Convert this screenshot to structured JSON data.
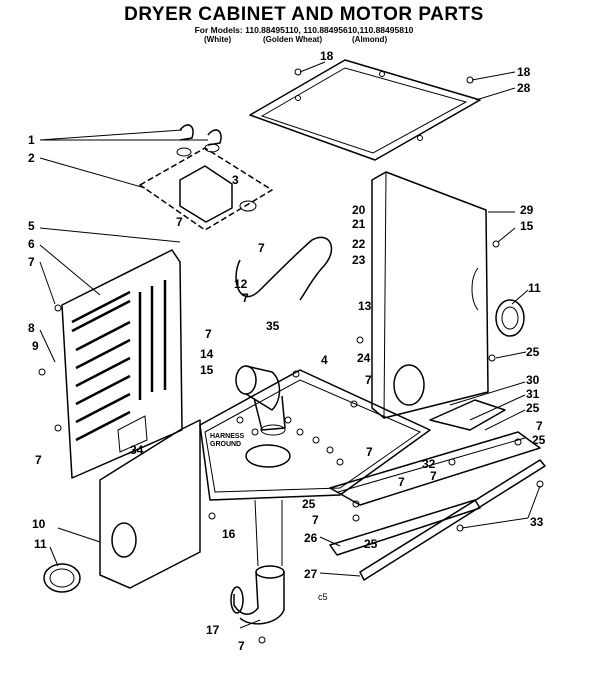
{
  "header": {
    "title": "DRYER CABINET AND MOTOR PARTS",
    "models": "For Models: 110.88495110, 110.88495610,110.88495810",
    "colors": [
      "(White)",
      "(Golden Wheat)",
      "(Almond)"
    ]
  },
  "diagram": {
    "harness_label_1": "HARNESS",
    "harness_label_2": "GROUND",
    "page_code": "c5",
    "callouts": [
      {
        "id": "c18a",
        "label": "18"
      },
      {
        "id": "c18b",
        "label": "18"
      },
      {
        "id": "c28",
        "label": "28"
      },
      {
        "id": "c1",
        "label": "1"
      },
      {
        "id": "c2",
        "label": "2"
      },
      {
        "id": "c3",
        "label": "3"
      },
      {
        "id": "c5",
        "label": "5"
      },
      {
        "id": "c6",
        "label": "6"
      },
      {
        "id": "c7a",
        "label": "7"
      },
      {
        "id": "c7b",
        "label": "7"
      },
      {
        "id": "c7c",
        "label": "7"
      },
      {
        "id": "c7d",
        "label": "7"
      },
      {
        "id": "c7e",
        "label": "7"
      },
      {
        "id": "c7f",
        "label": "7"
      },
      {
        "id": "c7g",
        "label": "7"
      },
      {
        "id": "c7h",
        "label": "7"
      },
      {
        "id": "c7i",
        "label": "7"
      },
      {
        "id": "c7j",
        "label": "7"
      },
      {
        "id": "c7k",
        "label": "7"
      },
      {
        "id": "c7l",
        "label": "7"
      },
      {
        "id": "c7m",
        "label": "7"
      },
      {
        "id": "c8",
        "label": "8"
      },
      {
        "id": "c9",
        "label": "9"
      },
      {
        "id": "c10",
        "label": "10"
      },
      {
        "id": "c11a",
        "label": "11"
      },
      {
        "id": "c11b",
        "label": "11"
      },
      {
        "id": "c12",
        "label": "12"
      },
      {
        "id": "c13",
        "label": "13"
      },
      {
        "id": "c14",
        "label": "14"
      },
      {
        "id": "c15a",
        "label": "15"
      },
      {
        "id": "c15b",
        "label": "15"
      },
      {
        "id": "c16",
        "label": "16"
      },
      {
        "id": "c17",
        "label": "17"
      },
      {
        "id": "c20",
        "label": "20"
      },
      {
        "id": "c21",
        "label": "21"
      },
      {
        "id": "c22",
        "label": "22"
      },
      {
        "id": "c23",
        "label": "23"
      },
      {
        "id": "c24",
        "label": "24"
      },
      {
        "id": "c4",
        "label": "4"
      },
      {
        "id": "c25a",
        "label": "25"
      },
      {
        "id": "c25b",
        "label": "25"
      },
      {
        "id": "c25c",
        "label": "25"
      },
      {
        "id": "c25d",
        "label": "25"
      },
      {
        "id": "c25e",
        "label": "25"
      },
      {
        "id": "c26",
        "label": "26"
      },
      {
        "id": "c27",
        "label": "27"
      },
      {
        "id": "c29",
        "label": "29"
      },
      {
        "id": "c30",
        "label": "30"
      },
      {
        "id": "c31",
        "label": "31"
      },
      {
        "id": "c32",
        "label": "32"
      },
      {
        "id": "c33",
        "label": "33"
      },
      {
        "id": "c34",
        "label": "34"
      },
      {
        "id": "c35",
        "label": "35"
      }
    ]
  }
}
